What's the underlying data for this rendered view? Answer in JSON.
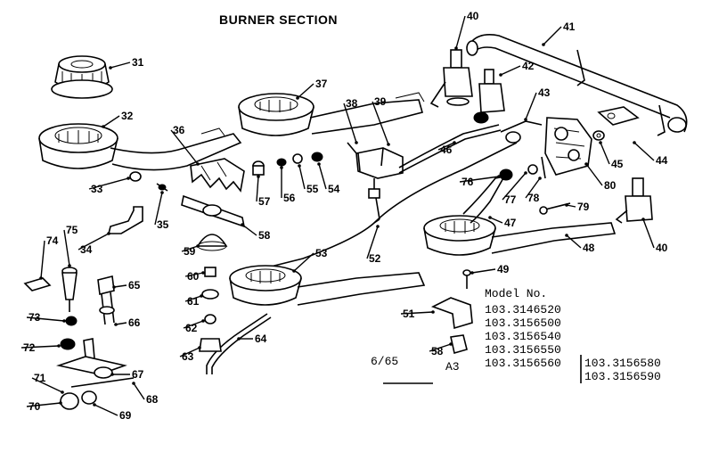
{
  "diagram": {
    "title": "BURNER SECTION",
    "part_labels": [
      "31",
      "32",
      "33",
      "34",
      "35",
      "36",
      "37",
      "38",
      "39",
      "40",
      "41",
      "42",
      "43",
      "44",
      "45",
      "46",
      "47",
      "48",
      "49",
      "51",
      "52",
      "53",
      "54",
      "55",
      "56",
      "57",
      "58",
      "59",
      "60",
      "61",
      "62",
      "63",
      "64",
      "65",
      "66",
      "67",
      "68",
      "69",
      "70",
      "71",
      "72",
      "73",
      "74",
      "75",
      "76",
      "77",
      "78",
      "79",
      "80"
    ],
    "second_labels": {
      "label_40b": "40",
      "label_58b": "58"
    },
    "model_heading": "Model No.",
    "models_col1": [
      "103.3146520",
      "103.3156500",
      "103.3156540",
      "103.3156550",
      "103.3156560"
    ],
    "models_col2": [
      "103.3156580",
      "103.3156590"
    ],
    "date_code": "6/65",
    "page_code": "A3"
  }
}
